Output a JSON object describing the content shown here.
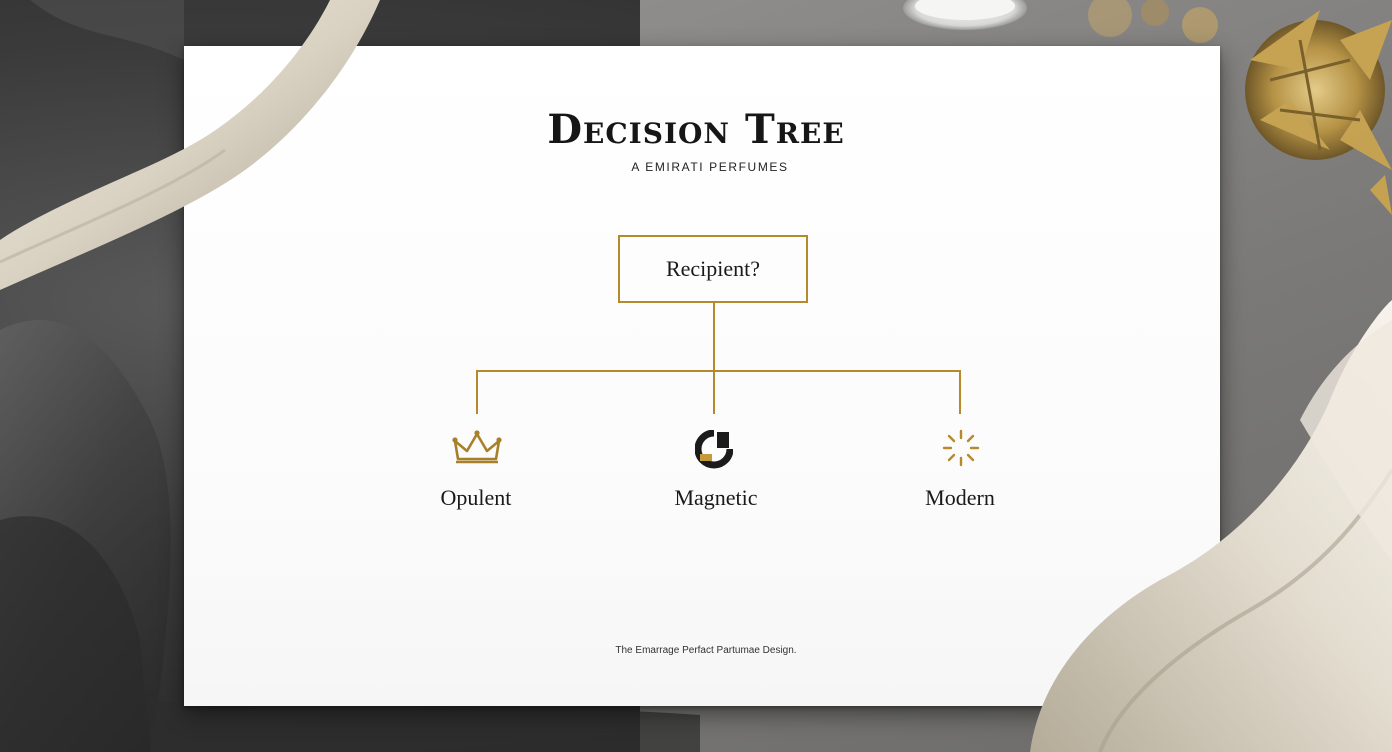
{
  "diagram": {
    "title": "Decision Tree",
    "subtitle": "A EMIRATI PERFUMES",
    "root": {
      "label": "Recipient?"
    },
    "branches": [
      {
        "label": "Opulent",
        "icon": "crown-icon"
      },
      {
        "label": "Magnetic",
        "icon": "magnet-icon"
      },
      {
        "label": "Modern",
        "icon": "sparkle-burst-icon"
      }
    ],
    "footer": "The Emarrage Perfact Partumae Design."
  },
  "colors": {
    "accent_gold": "#b58a2c",
    "text_dark": "#161616",
    "card": "#ffffff",
    "fabric_dark": "#3a3a3a",
    "ribbon": "#e6e0d4"
  }
}
